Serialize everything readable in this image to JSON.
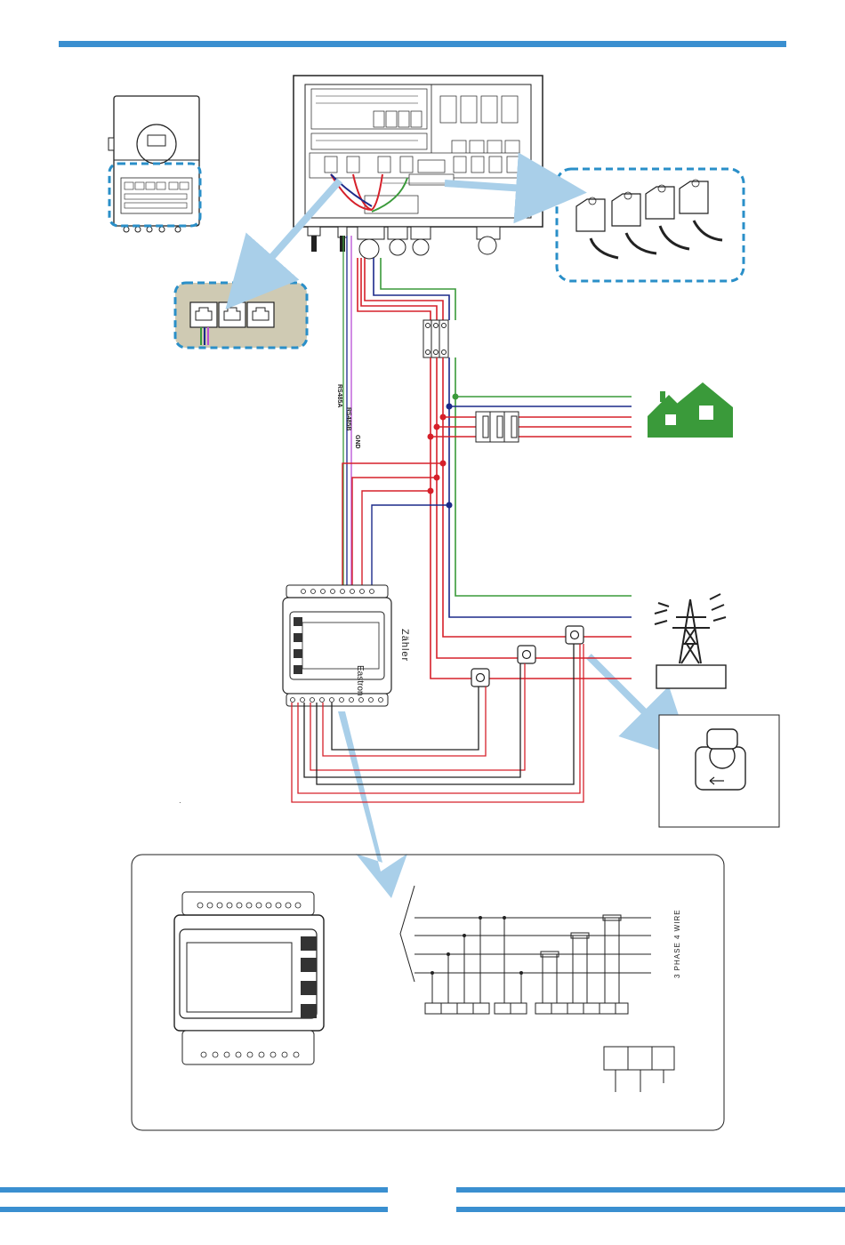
{
  "wire_labels": {
    "rs485a": "RS485A",
    "rs485b": "RS485B",
    "gnd": "GND"
  },
  "meter": {
    "label": "Zähler",
    "brand": "Eastron"
  },
  "wiring_scheme": {
    "label": "3 PHASE 4 WIRE"
  },
  "colors": {
    "accent_bar": "#3a8fd0",
    "dashed_highlight": "#2a8fc8",
    "arrow": "#a9cfe9",
    "wire_red": "#d6202a",
    "wire_green": "#3a9a3a",
    "wire_blue": "#1c2a8a",
    "wire_purple": "#b84fd6",
    "house_green": "#3a9a3a",
    "rj45_panel": "#cfcab3"
  },
  "icons": {
    "house": "house-icon",
    "pylon": "power-pylon-icon",
    "ct_clamp": "ct-clamp-icon",
    "breaker": "breaker-icon"
  }
}
